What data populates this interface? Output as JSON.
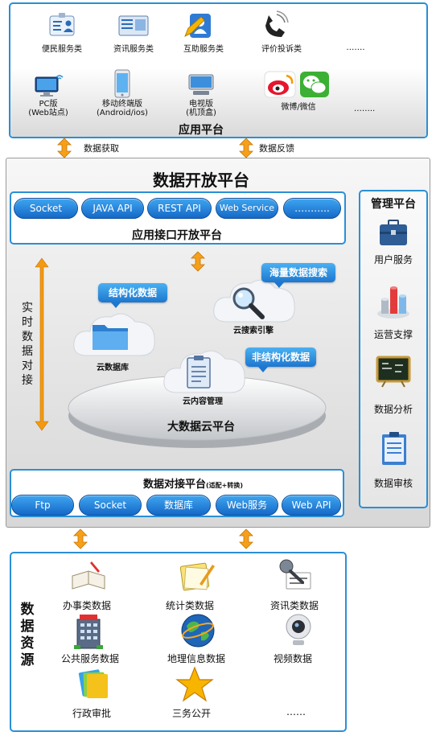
{
  "app_platform": {
    "title": "应用平台",
    "row1": [
      "便民服务类",
      "资讯服务类",
      "互助服务类",
      "评价投诉类",
      "……."
    ],
    "row2": [
      {
        "label1": "PC版",
        "label2": "(Web站点)"
      },
      {
        "label1": "移动终端版",
        "label2": "(Android/ios)"
      },
      {
        "label1": "电视版",
        "label2": "(机顶盒)"
      },
      {
        "label1": "微博/微信",
        "label2": ""
      },
      {
        "label1": "……..",
        "label2": ""
      }
    ]
  },
  "arrows_top": {
    "left": "数据获取",
    "right": "数据反馈"
  },
  "open_platform": {
    "title": "数据开放平台",
    "api": {
      "title": "应用接口开放平台",
      "buttons": [
        "Socket",
        "JAVA API",
        "REST API",
        "Web Service",
        "……….."
      ]
    },
    "realtime_label": [
      "实",
      "时",
      "数",
      "据",
      "对",
      "接"
    ],
    "cloud": {
      "tag_structured": "结构化数据",
      "tag_mass_search": "海量数据搜索",
      "tag_unstructured": "非结构化数据",
      "cloud_db": "云数据库",
      "cloud_search": "云搜索引擎",
      "cloud_content": "云内容管理",
      "bigdata": "大数据云平台"
    },
    "docking": {
      "title": "数据对接平台",
      "subtitle": "(适配+转换)",
      "buttons": [
        "Ftp",
        "Socket",
        "数据库",
        "Web服务",
        "Web API"
      ]
    }
  },
  "mgmt_platform": {
    "title": "管理平台",
    "items": [
      "用户服务",
      "运营支撑",
      "数据分析",
      "数据审核"
    ]
  },
  "data_resources": {
    "title": [
      "数",
      "据",
      "资",
      "源"
    ],
    "items": [
      "办事类数据",
      "统计类数据",
      "资讯类数据",
      "公共服务数据",
      "地理信息数据",
      "视频数据",
      "行政审批",
      "三务公开",
      "……"
    ]
  }
}
